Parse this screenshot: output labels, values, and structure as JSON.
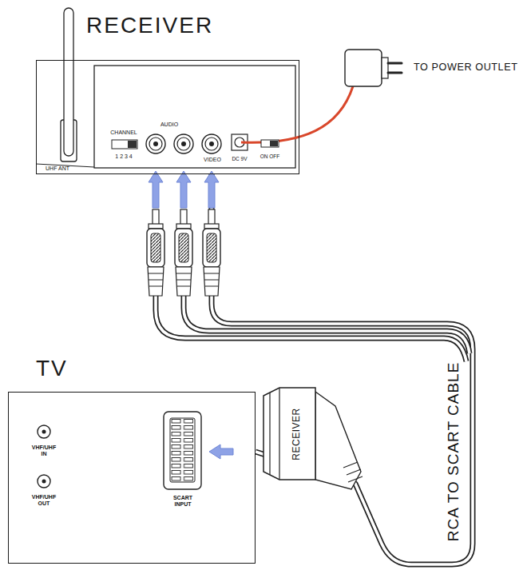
{
  "diagram": {
    "nodes": [
      {
        "text": [
          "RECEIVER"
        ]
      },
      {
        "text": [
          "TV"
        ]
      }
    ],
    "edges": [
      {
        "from": 0,
        "to": 1,
        "arrow": "both",
        "label": "RCA TO SCART CABLE"
      }
    ],
    "labels": [
      "TO POWER OUTLET",
      "UHF ANT",
      "CHANNEL",
      "1 2 3 4",
      "AUDIO",
      "VIDEO",
      "DC 9V",
      "ON OFF",
      "VHF/UHF IN",
      "VHF/UHF OUT",
      "SCART INPUT",
      "RECEIVER"
    ]
  }
}
